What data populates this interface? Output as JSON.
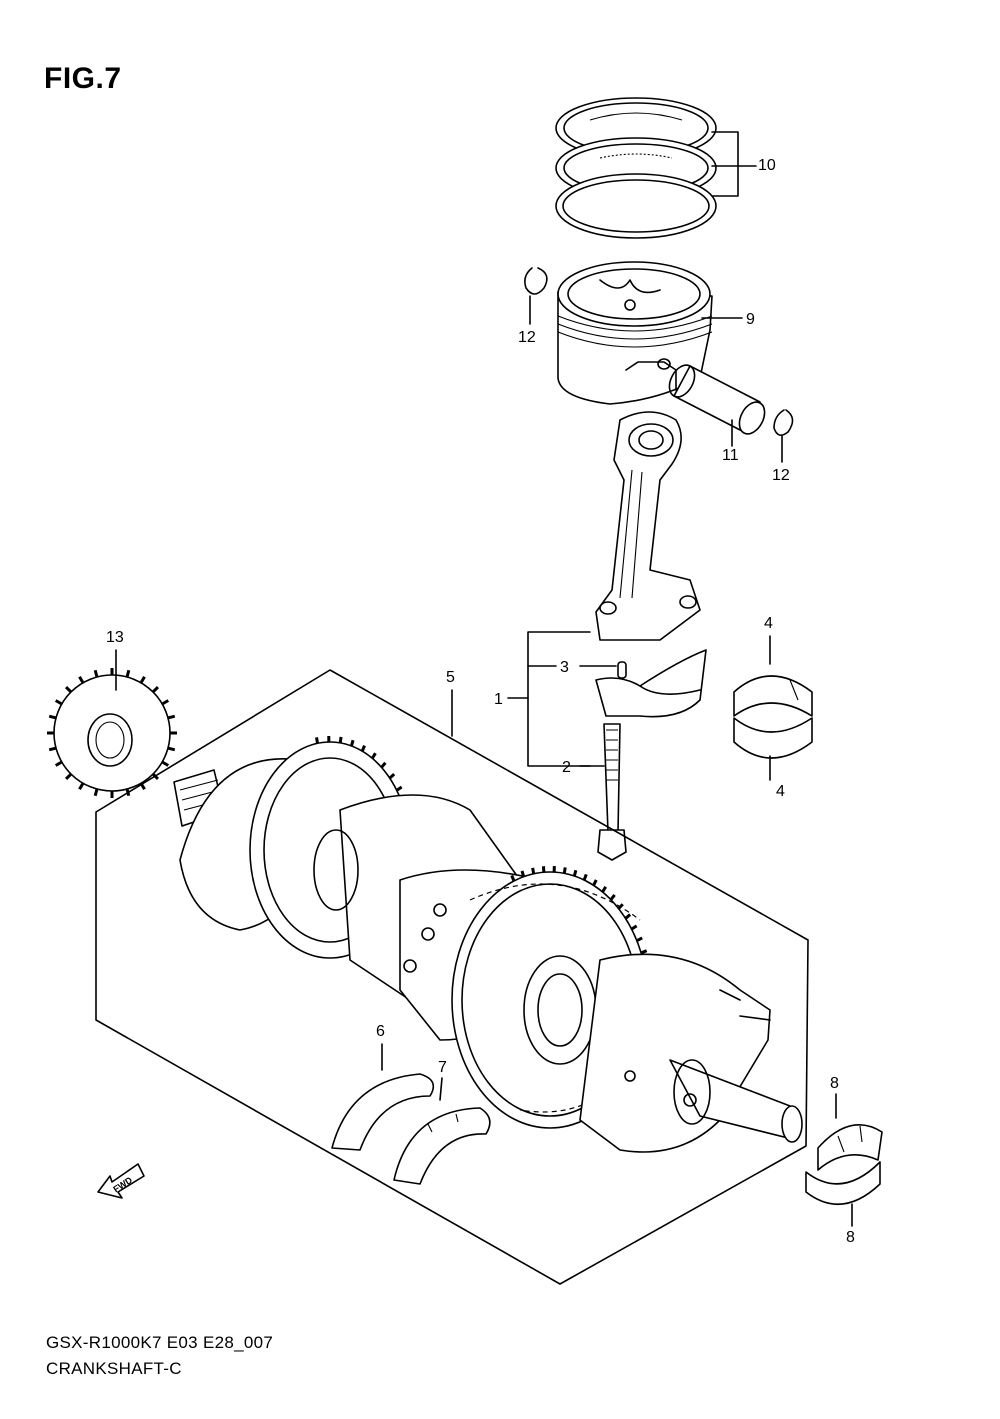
{
  "figure": {
    "title": "FIG.7"
  },
  "callouts": {
    "c1": "1",
    "c2": "2",
    "c3": "3",
    "c4a": "4",
    "c4b": "4",
    "c5": "5",
    "c6": "6",
    "c7": "7",
    "c8a": "8",
    "c8b": "8",
    "c9": "9",
    "c10": "10",
    "c11": "11",
    "c12a": "12",
    "c12b": "12",
    "c13": "13"
  },
  "direction_badge": "FWD",
  "footer": {
    "code": "GSX-R1000K7 E03 E28_007",
    "name": "CRANKSHAFT-C"
  },
  "parts": [
    {
      "ref": "1",
      "part": "connecting-rod-assembly"
    },
    {
      "ref": "2",
      "part": "rod-bolt"
    },
    {
      "ref": "3",
      "part": "dowel-pin"
    },
    {
      "ref": "4",
      "part": "crank-pin-bearing"
    },
    {
      "ref": "5",
      "part": "crankshaft"
    },
    {
      "ref": "6",
      "part": "thrust-bearing"
    },
    {
      "ref": "7",
      "part": "thrust-bearing"
    },
    {
      "ref": "8",
      "part": "main-bearing"
    },
    {
      "ref": "9",
      "part": "piston"
    },
    {
      "ref": "10",
      "part": "piston-ring-set"
    },
    {
      "ref": "11",
      "part": "piston-pin"
    },
    {
      "ref": "12",
      "part": "circlip"
    },
    {
      "ref": "13",
      "part": "gear"
    }
  ]
}
